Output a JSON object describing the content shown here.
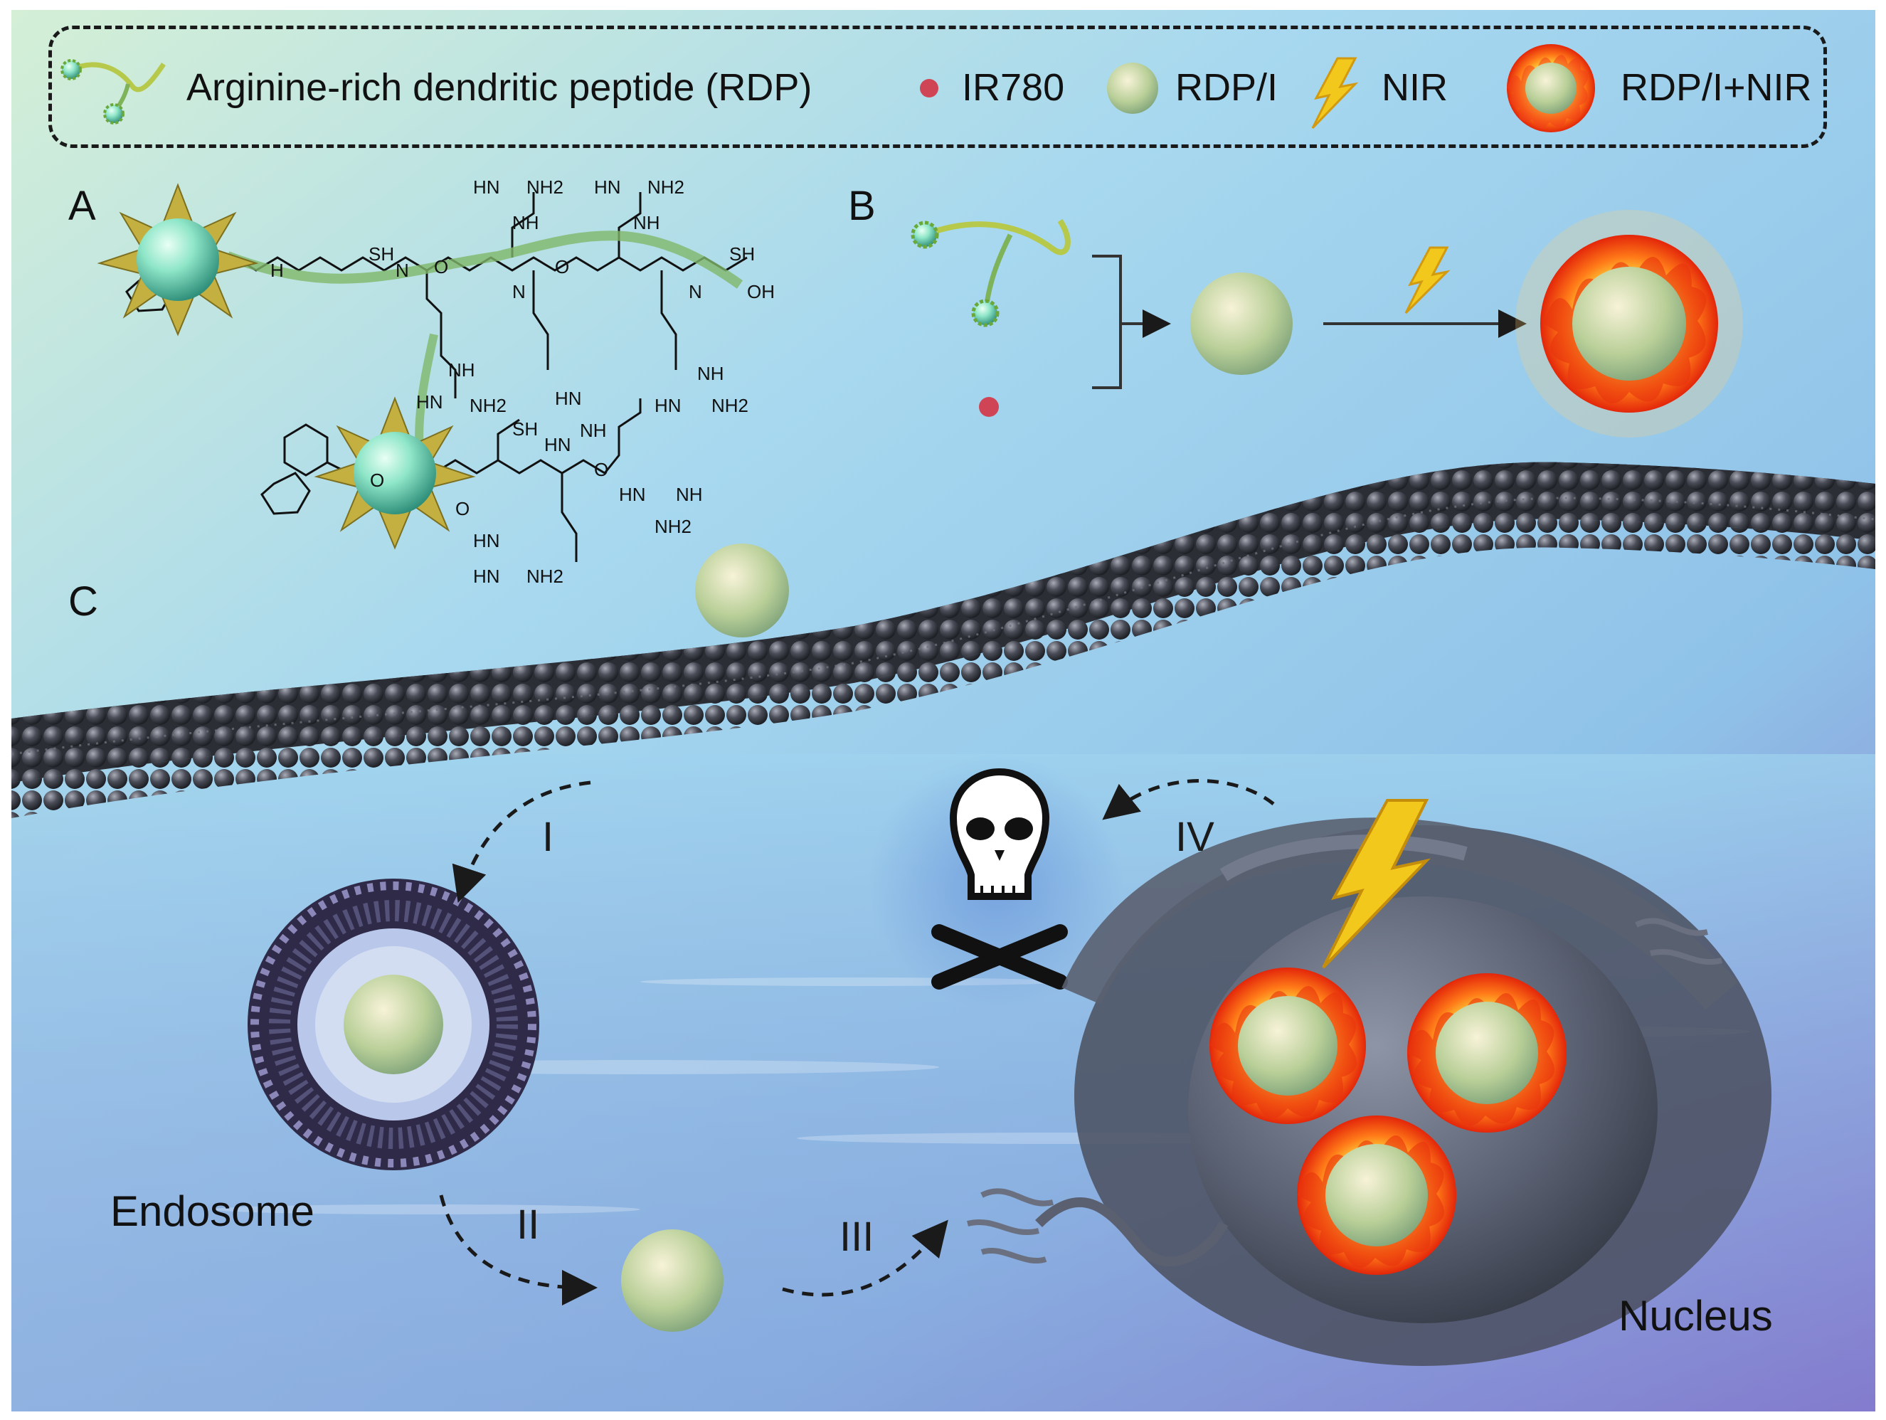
{
  "legend": {
    "items": [
      {
        "icon": "dendritic-peptide-icon",
        "label": "Arginine-rich dendritic peptide (RDP)"
      },
      {
        "icon": "ir780-dot-icon",
        "label": "IR780"
      },
      {
        "icon": "nanoparticle-icon",
        "label": "RDP/I"
      },
      {
        "icon": "lightning-icon",
        "label": "NIR"
      },
      {
        "icon": "burning-nanoparticle-icon",
        "label": "RDP/I+NIR"
      }
    ]
  },
  "panels": {
    "a": "A",
    "b": "B",
    "c": "C"
  },
  "steps": {
    "i": "I",
    "ii": "II",
    "iii": "III",
    "iv": "IV"
  },
  "labels": {
    "endosome": "Endosome",
    "nucleus": "Nucleus"
  },
  "chemistry": {
    "groups": [
      "HN",
      "NH2",
      "NH",
      "SH",
      "H",
      "N",
      "O",
      "OH"
    ]
  },
  "colors": {
    "background_top": "#bfe4f2",
    "background_bottom": "#8f7fd0",
    "membrane": "#3a3c44",
    "flame": "#ff4a10",
    "peptide_ball": "#8fe6c8",
    "lightning": "#f2c81c"
  }
}
